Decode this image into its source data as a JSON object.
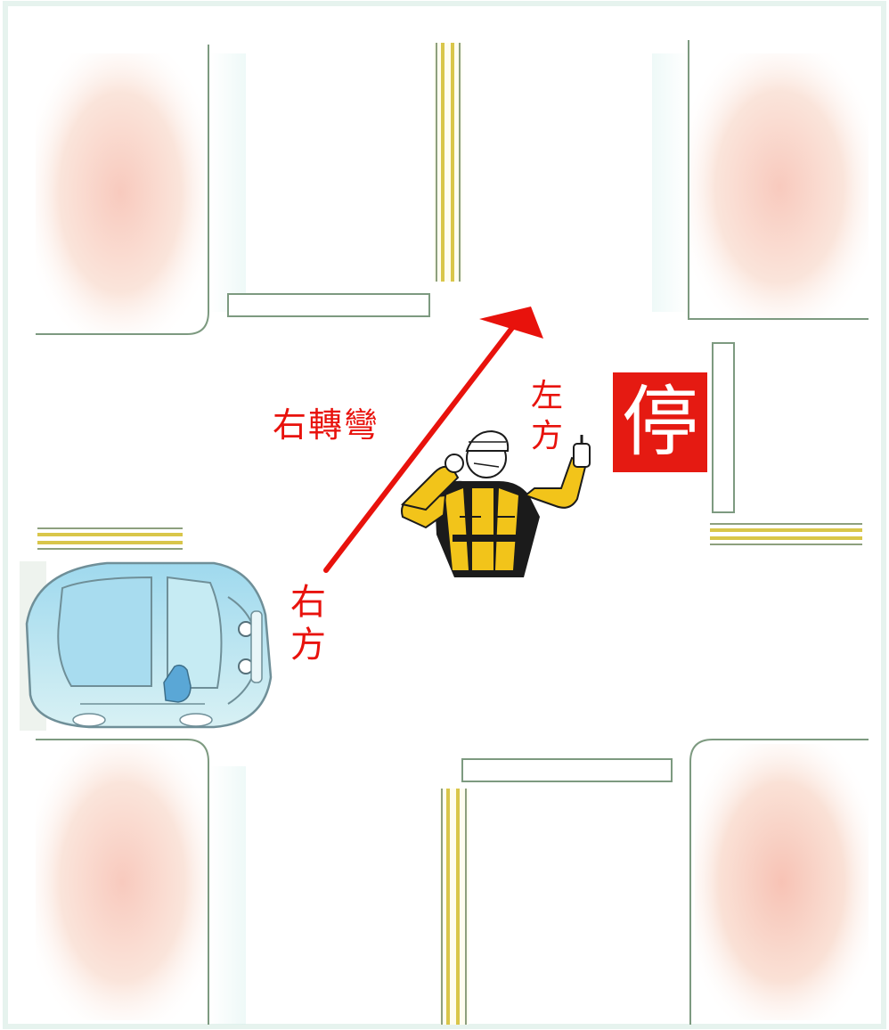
{
  "labels": {
    "right_turn": "右轉彎",
    "right_side": "右方",
    "left_side": "左方",
    "stop_sign": "停"
  },
  "colors": {
    "arrow": "#e8120c",
    "stop_sign_bg": "#e51a12",
    "officer_uniform": "#f2c41a",
    "car_body": "#bfe6ef",
    "lane_line": "#d9c64a"
  },
  "icons": {
    "car": "car-icon",
    "officer": "traffic-officer-icon",
    "arrow": "arrow-icon"
  }
}
